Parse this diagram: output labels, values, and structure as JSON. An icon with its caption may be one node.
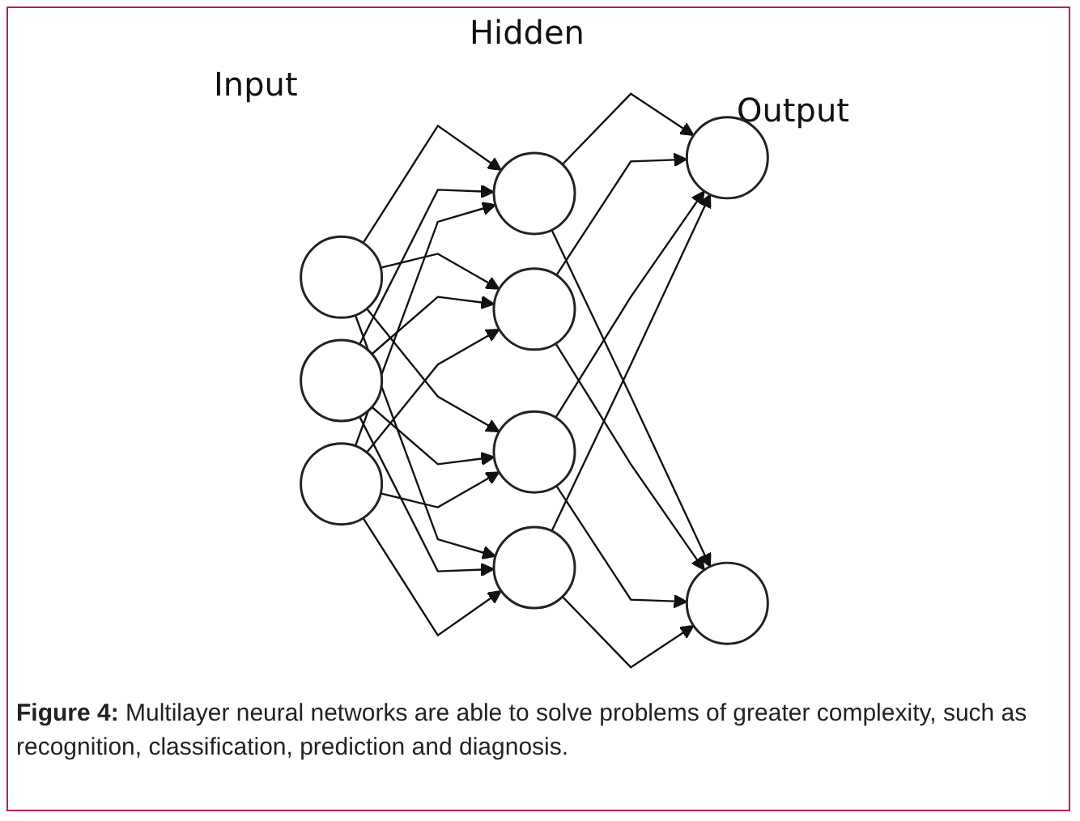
{
  "diagram": {
    "caption": "**Figure 4:** Multilayer neural networks are able to solve problems of greater complexity, such as recognition, classification, prediction and diagnosis.",
    "nodes": [
      {
        "text": [],
        "shape": "circle"
      },
      {
        "text": [],
        "shape": "circle"
      },
      {
        "text": [],
        "shape": "circle"
      },
      {
        "text": [],
        "shape": "circle"
      },
      {
        "text": [],
        "shape": "circle"
      },
      {
        "text": [],
        "shape": "circle"
      },
      {
        "text": [],
        "shape": "circle"
      },
      {
        "text": [],
        "shape": "circle"
      },
      {
        "text": [],
        "shape": "circle"
      }
    ],
    "edges": [
      {
        "from": 0,
        "to": 3,
        "arrow": "to"
      },
      {
        "from": 0,
        "to": 4,
        "arrow": "to"
      },
      {
        "from": 0,
        "to": 5,
        "arrow": "to"
      },
      {
        "from": 0,
        "to": 6,
        "arrow": "to"
      },
      {
        "from": 1,
        "to": 3,
        "arrow": "to"
      },
      {
        "from": 1,
        "to": 4,
        "arrow": "to"
      },
      {
        "from": 1,
        "to": 5,
        "arrow": "to"
      },
      {
        "from": 1,
        "to": 6,
        "arrow": "to"
      },
      {
        "from": 2,
        "to": 3,
        "arrow": "to"
      },
      {
        "from": 2,
        "to": 4,
        "arrow": "to"
      },
      {
        "from": 2,
        "to": 5,
        "arrow": "to"
      },
      {
        "from": 2,
        "to": 6,
        "arrow": "to"
      },
      {
        "from": 3,
        "to": 7,
        "arrow": "to"
      },
      {
        "from": 3,
        "to": 8,
        "arrow": "to"
      },
      {
        "from": 4,
        "to": 7,
        "arrow": "to"
      },
      {
        "from": 4,
        "to": 8,
        "arrow": "to"
      },
      {
        "from": 5,
        "to": 7,
        "arrow": "to"
      },
      {
        "from": 5,
        "to": 8,
        "arrow": "to"
      },
      {
        "from": 6,
        "to": 7,
        "arrow": "to"
      },
      {
        "from": 6,
        "to": 8,
        "arrow": "to"
      }
    ],
    "labels": [
      "Hidden",
      "Input",
      "Output"
    ]
  }
}
